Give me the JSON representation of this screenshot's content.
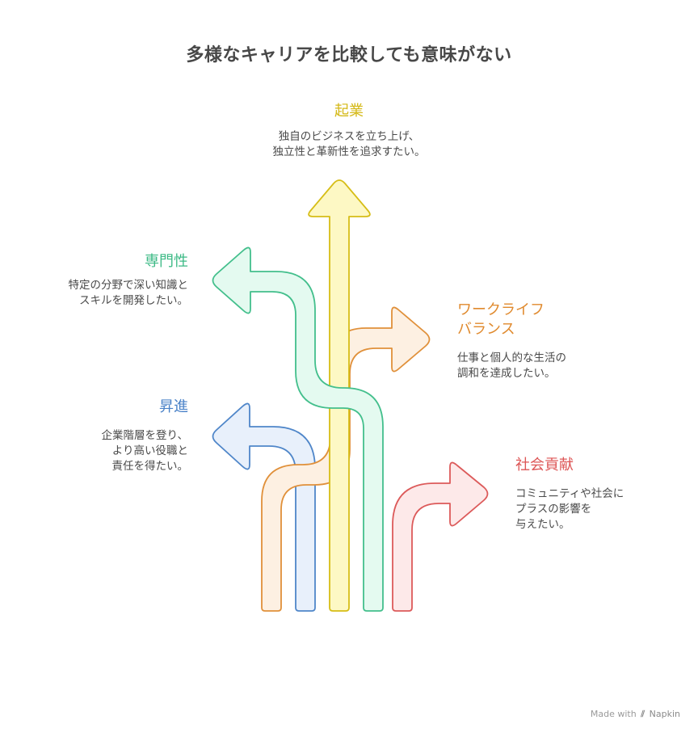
{
  "title": "多様なキャリアを比較しても意味がない",
  "paths": {
    "entrepreneur": {
      "heading": "起業",
      "desc": [
        "独自のビジネスを立ち上げ、",
        "独立性と革新性を追求すたい。"
      ],
      "stroke": "#d6bd16",
      "fill": "#fdf8c4"
    },
    "specialty": {
      "heading": "専門性",
      "desc": [
        "特定の分野で深い知識と",
        "スキルを開発したい。"
      ],
      "stroke": "#43bf8c",
      "fill": "#e4faf0"
    },
    "promotion": {
      "heading": "昇進",
      "desc": [
        "企業階層を登り、",
        "より高い役職と",
        "責任を得たい。"
      ],
      "stroke": "#4f86c9",
      "fill": "#e8f0fb"
    },
    "work_life_balance": {
      "heading": [
        "ワークライフ",
        "バランス"
      ],
      "desc": [
        "仕事と個人的な生活の",
        "調和を達成したい。"
      ],
      "stroke": "#e0903a",
      "fill": "#fdf0e2"
    },
    "social_contribution": {
      "heading": "社会貢献",
      "desc": [
        "コミュニティや社会に",
        "プラスの影響を",
        "与えたい。"
      ],
      "stroke": "#dc5a5a",
      "fill": "#fde9e9"
    }
  },
  "footer": {
    "made_with": "Made with",
    "logo_icon": "napkin-logo-icon",
    "brand": "Napkin"
  }
}
